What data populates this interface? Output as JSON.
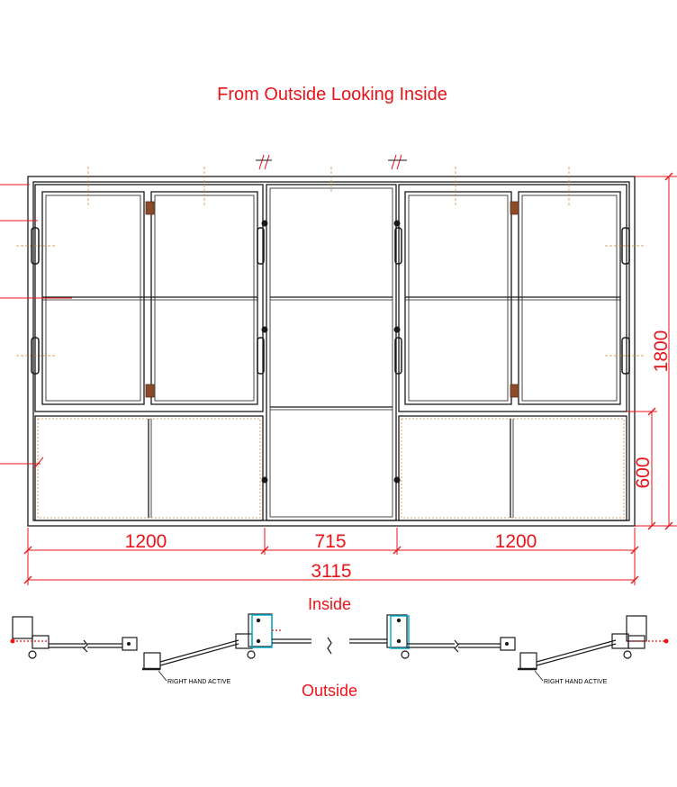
{
  "title": "From Outside Looking Inside",
  "dimensions": {
    "left_width": "1200",
    "middle_width": "715",
    "right_width": "1200",
    "total_width": "3115",
    "total_height": "1800",
    "lower_height": "600"
  },
  "plan": {
    "inside_label": "Inside",
    "outside_label": "Outside",
    "handing_left": "RIGHT HAND ACTIVE",
    "handing_right": "RIGHT HAND ACTIVE"
  },
  "colors": {
    "annotation": "#e8141a",
    "frame": "#1a1a1a",
    "hinge": "#8b4a2a",
    "centerline": "#d4883a",
    "highlight": "#00b0c8"
  }
}
